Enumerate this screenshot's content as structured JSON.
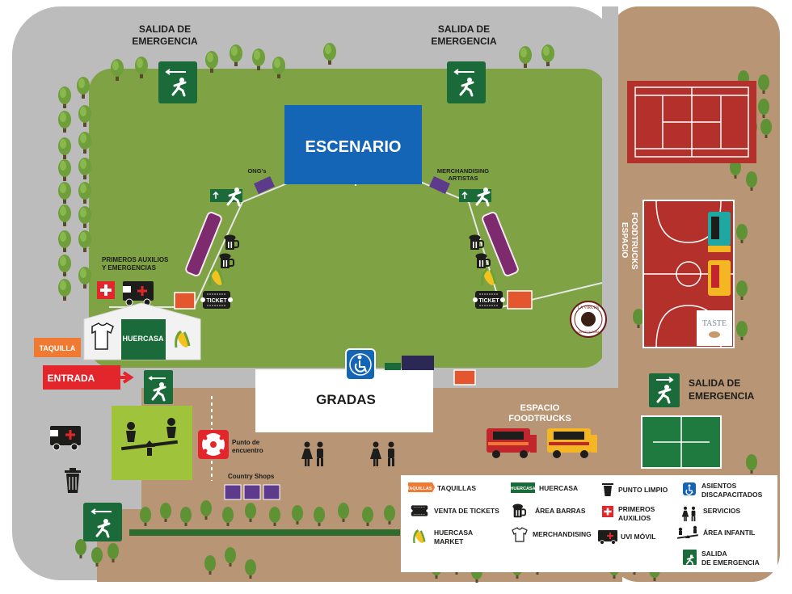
{
  "map": {
    "stage": "ESCENARIO",
    "stands": "GRADAS",
    "entrance": "ENTRADA",
    "ticket_booth": "TAQUILLA",
    "emergency_exit_labels": [
      [
        "SALIDA DE",
        "EMERGENCIA"
      ],
      [
        "SALIDA DE",
        "EMERGENCIA"
      ],
      [
        "SALIDA DE",
        "EMERGENCIA"
      ]
    ],
    "ngos": "ONG's",
    "merchandising_artists": [
      "MERCHANDISING",
      "ARTISTAS"
    ],
    "first_aid": [
      "PRIMEROS AUXILIOS",
      "Y EMERGENCIAS"
    ],
    "meeting_point": [
      "Punto de",
      "encuentro"
    ],
    "country_shops": "Country Shops",
    "food_trucks_area": [
      "ESPACIO",
      "FOODTRUCKS"
    ],
    "food_trucks_vertical": [
      "ESPACIO",
      "FOODTRUCKS"
    ],
    "huercasa_banner": "HUERCASA",
    "ticket_sign": "TICKET",
    "sponsor_logo_virgen": [
      "LA VIRGEN",
      "CERVEZA PURA"
    ],
    "sponsor_logo_taste": "TASTE"
  },
  "legend": {
    "items": [
      {
        "icon": "ticket-booth-icon",
        "label": [
          "TAQUILLAS"
        ]
      },
      {
        "icon": "huercasa-icon",
        "label": [
          "HUERCASA"
        ]
      },
      {
        "icon": "trash-bin-icon",
        "label": [
          "PUNTO LIMPIO"
        ]
      },
      {
        "icon": "wheelchair-icon",
        "label": [
          "ASIENTOS",
          "DISCAPACITADOS"
        ]
      },
      {
        "icon": "ticket-icon",
        "label": [
          "VENTA DE TICKETS"
        ]
      },
      {
        "icon": "beer-mug-icon",
        "label": [
          "ÁREA BARRAS"
        ]
      },
      {
        "icon": "first-aid-icon",
        "label": [
          "PRIMEROS",
          "AUXILIOS"
        ]
      },
      {
        "icon": "restroom-icon",
        "label": [
          "SERVICIOS"
        ]
      },
      {
        "icon": "corn-icon",
        "label": [
          "HUERCASA",
          "MARKET"
        ]
      },
      {
        "icon": "tshirt-icon",
        "label": [
          "MERCHANDISING"
        ]
      },
      {
        "icon": "ambulance-icon",
        "label": [
          "UVI MÓVIL"
        ]
      },
      {
        "icon": "seesaw-icon",
        "label": [
          "ÁREA INFANTIL"
        ]
      },
      {
        "icon": "emergency-exit-icon",
        "label": [
          "SALIDA",
          "DE EMERGENCIA"
        ]
      }
    ]
  },
  "colors": {
    "grass": "#7fa245",
    "path_gray": "#bcbcbc",
    "dirt": "#b89574",
    "stage_blue": "#1565b7",
    "bar_purple": "#7d2a6f",
    "exit_green": "#1b6b3a",
    "court_red": "#b3302b",
    "entrance_red": "#e3262b",
    "ticket_orange": "#f07a32",
    "play_area": "#9fc43b",
    "shop_purple": "#5d3a8c"
  }
}
